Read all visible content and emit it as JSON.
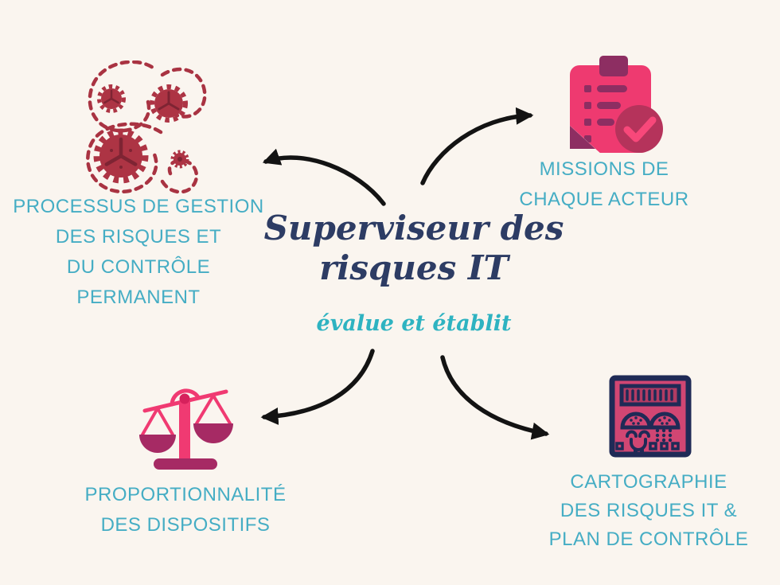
{
  "canvas": {
    "background_color": "#faf5ef"
  },
  "center": {
    "title_line1": "Superviseur des",
    "title_line2": "risques IT",
    "subtitle": "évalue et établit",
    "title_color": "#2d3c64",
    "subtitle_color": "#2eb3c1"
  },
  "label_color": "#45adc4",
  "arrow_color": "#131313",
  "nodes": {
    "top_left": {
      "icon": "gears-process-icon",
      "lines": [
        "PROCESSUS DE GESTION",
        "DES RISQUES ET",
        "DU CONTRÔLE",
        "PERMANENT"
      ],
      "icon_colors": {
        "gear": "#ad3444",
        "detail": "#7e2433",
        "dashes": "#a93342"
      }
    },
    "top_right": {
      "icon": "clipboard-check-icon",
      "lines": [
        "MISSIONS DE",
        "CHAQUE ACTEUR"
      ],
      "icon_colors": {
        "body": "#ee3a70",
        "clip": "#8d2e62",
        "badge": "#b5335b",
        "check": "#f8487a"
      }
    },
    "bottom_left": {
      "icon": "balance-scale-icon",
      "lines": [
        "PROPORTIONNALITÉ",
        "DES DISPOSITIFS"
      ],
      "icon_colors": {
        "bright": "#f03a72",
        "dark": "#a62a64",
        "pivot": "#d6215c"
      }
    },
    "bottom_right": {
      "icon": "control-panel-icon",
      "lines": [
        "CARTOGRAPHIE",
        "DES RISQUES IT &",
        "PLAN DE CONTRÔLE"
      ],
      "icon_colors": {
        "fill": "#d14673",
        "outline": "#1f2a56",
        "strip": "#b23b63"
      }
    }
  }
}
